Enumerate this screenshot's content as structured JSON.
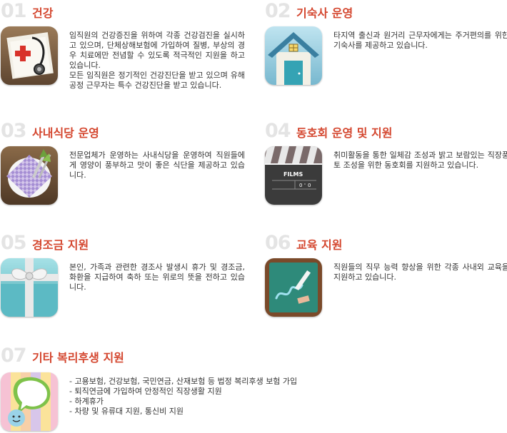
{
  "sections": [
    {
      "num": "01",
      "title": "건강",
      "paragraphs": [
        "임직원의 건강증진을 위하여 각종 건강검진을 실시하고 있으며, 단체상해보험에 가입하여 질병, 부상의 경우 치료에만 전념할 수 있도록 적극적인 지원을 하고 있습니다.",
        "모든 임직원은 정기적인 건강진단을 받고 있으며 유해공정 근무자는 특수 건강진단을 받고 있습니다."
      ],
      "icon": "medical-kit-icon"
    },
    {
      "num": "02",
      "title": "기숙사 운영",
      "paragraphs": [
        "타지역 출신과 원거리 근무자에게는 주거편의를 위한 기숙사를 제공하고 있습니다."
      ],
      "icon": "house-icon"
    },
    {
      "num": "03",
      "title": "사내식당 운영",
      "paragraphs": [
        "전문업체가 운영하는 사내식당을 운영하여 직원들에게 영양이 풍부하고 맛이 좋은 식단을 제공하고 있습니다."
      ],
      "icon": "dining-plate-icon"
    },
    {
      "num": "04",
      "title": "동호회 운영 및 지원",
      "paragraphs": [
        "취미활동을 통한 일체감 조성과 밝고 보람있는 직장풍토 조성을 위한 동호회를 지원하고 있습니다."
      ],
      "icon": "film-clapper-icon",
      "icon_text": {
        "films": "FILMS",
        "zero": "0",
        "sep": "'",
        "zero2": "0"
      }
    },
    {
      "num": "05",
      "title": "경조금 지원",
      "paragraphs": [
        "본인, 가족과 관련한 경조사 발생시 휴가 및 경조금, 화환을 지급하여 축하 또는 위로의 뜻을 전하고 있습니다."
      ],
      "icon": "gift-box-icon"
    },
    {
      "num": "06",
      "title": "교육 지원",
      "paragraphs": [
        "직원들의 직무 능력 향상을 위한 각종 사내외 교육을 지원하고 있습니다."
      ],
      "icon": "chalkboard-icon"
    },
    {
      "num": "07",
      "title": "기타 복리후생 지원",
      "list": [
        "- 고용보험, 건강보험, 국민연금, 산재보험 등 법정 복리후생 보험 가입",
        "- 퇴직연금에 가입하여 안정적인 직장생활 지원",
        "- 하계휴가",
        "- 차량 및 유류대 지원, 통신비 지원"
      ],
      "icon": "chat-bubble-icon"
    }
  ],
  "colors": {
    "title": "#d4462e",
    "number": "#e4e4e4",
    "text": "#333333"
  }
}
